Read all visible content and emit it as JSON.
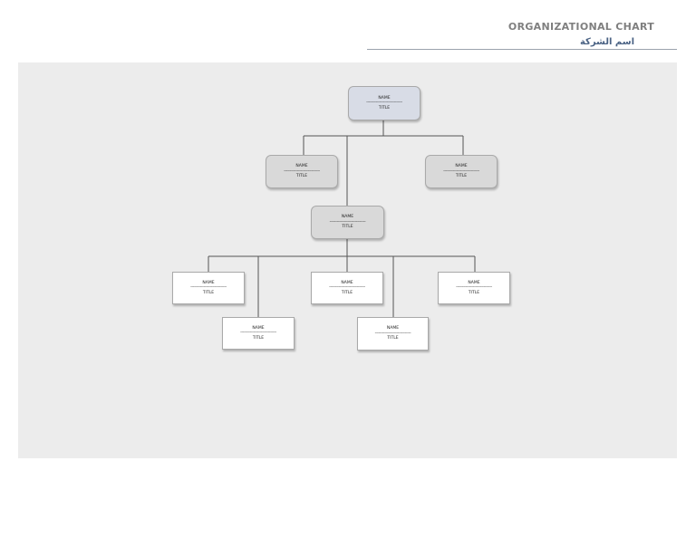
{
  "header": {
    "title": "ORGANIZATIONAL CHART",
    "company": "اسم الشركة"
  },
  "node_text": {
    "name": "NAME",
    "dashes": "------------------------------",
    "title": "TITLE"
  },
  "colors": {
    "top_box": "#d8dce6",
    "grey_box": "#d9d9d9",
    "white_box": "#ffffff",
    "canvas": "#ececec",
    "lines": "#555555"
  }
}
